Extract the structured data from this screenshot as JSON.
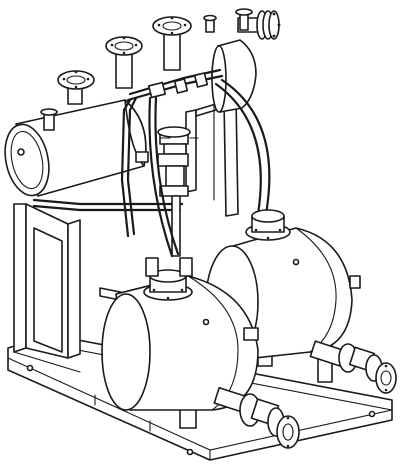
{
  "figure": {
    "subject": "duplex-condensate-receiver-pump-skid",
    "style": "monochrome-line-drawing",
    "colors": {
      "line": "#1a1a1a",
      "background": "#ffffff"
    },
    "components": [
      "base-frame",
      "receiver-tank",
      "vent-stack",
      "inlet-flanges",
      "steam-header",
      "motive-pipe",
      "pump-tank-front",
      "pump-tank-rear",
      "discharge-valve-front",
      "discharge-valve-rear",
      "support-frame"
    ]
  }
}
